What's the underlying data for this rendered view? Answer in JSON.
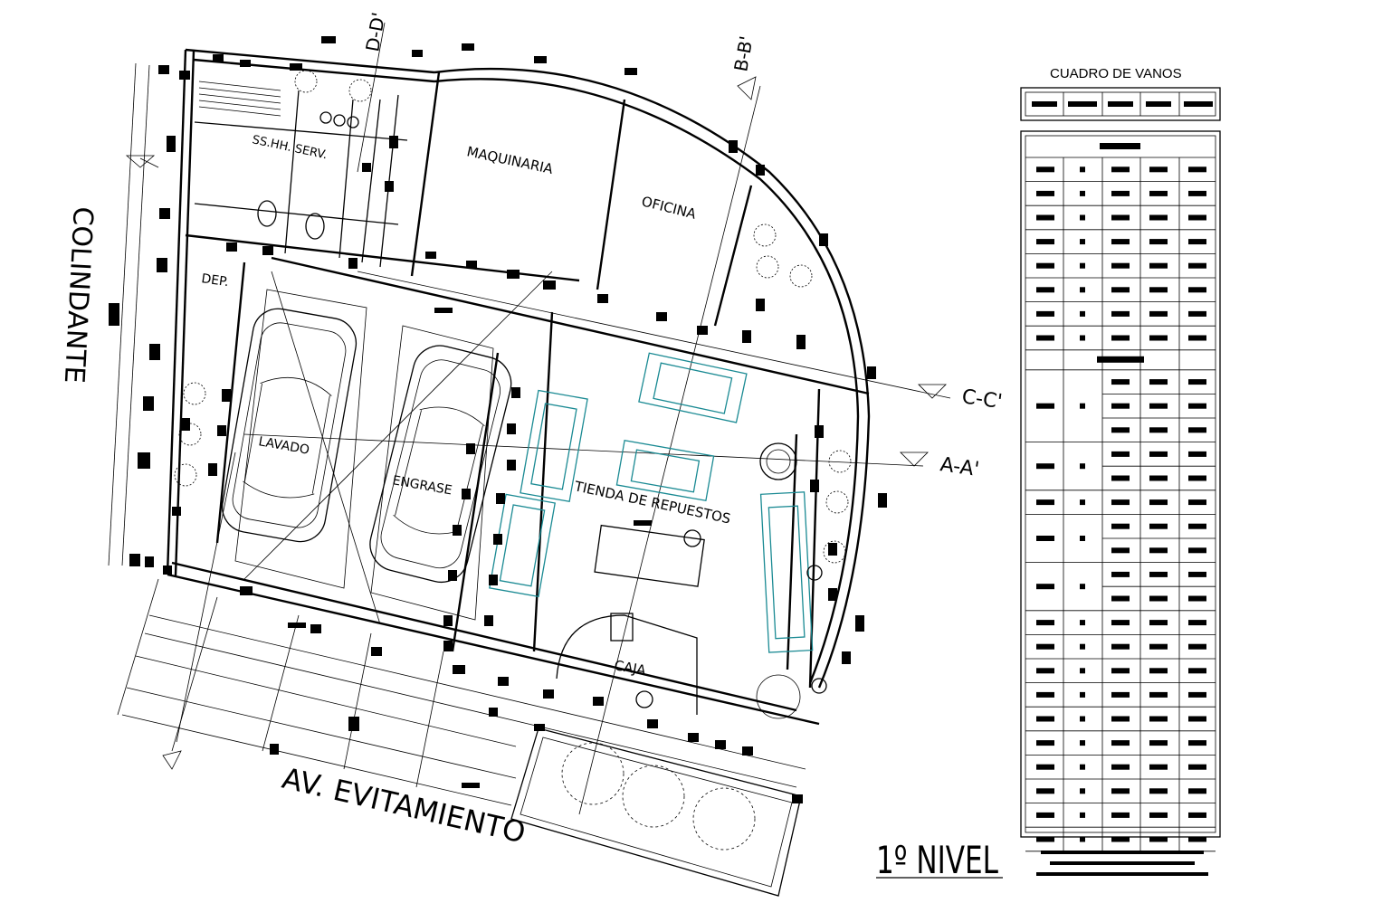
{
  "labels": {
    "colindante": "COLINDANTE",
    "avenue": "AV. EVITAMIENTO",
    "maquinaria": "MAQUINARIA",
    "oficina": "OFICINA",
    "sshh": "SS.HH. SERV.",
    "dep": "DEP.",
    "lavado": "LAVADO",
    "engrase": "ENGRASE",
    "tienda": "TIENDA DE REPUESTOS",
    "caja": "CAJA"
  },
  "sections": {
    "aa": "A-A'",
    "bb": "B-B'",
    "cc": "C-C'",
    "dd": "D-D'"
  },
  "level_title": "1º NIVEL",
  "cuadro": {
    "title": "CUADRO DE VANOS"
  },
  "colors": {
    "lines": "#000000",
    "furniture": "#1a8a93",
    "background": "#ffffff"
  }
}
